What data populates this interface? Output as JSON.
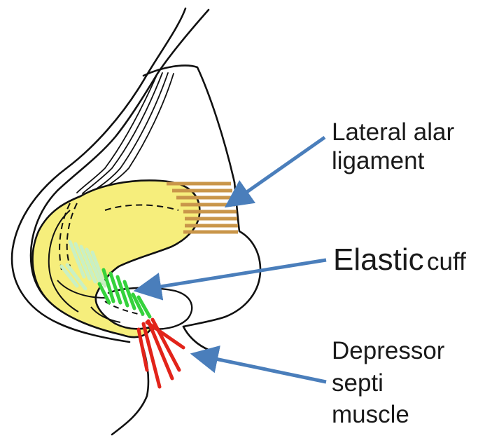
{
  "labels": {
    "lateral_alar_ligament": [
      "Lateral alar",
      "ligament"
    ],
    "elastic_cuff": {
      "word1": "Elastic",
      "word2": "cuff"
    },
    "depressor_septi_muscle": [
      "Depressor",
      "septi",
      "muscle"
    ]
  },
  "colors": {
    "outline": "#111111",
    "cartilage_fill": "#f6ee7c",
    "ligament": "#c9964a",
    "elastic_cuff_green": "#35d23c",
    "elastic_cuff_pale": "#c9f0c4",
    "depressor_red": "#e2231a",
    "arrow": "#4a7ebb",
    "text": "#1a1a1a"
  }
}
